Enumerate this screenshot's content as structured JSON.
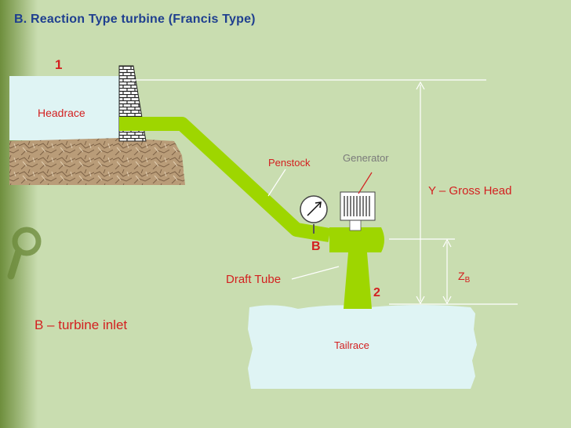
{
  "slide": {
    "title": "B. Reaction Type turbine (Francis Type)"
  },
  "diagram": {
    "point_1": "1",
    "headrace": "Headrace",
    "penstock": "Penstock",
    "generator": "Generator",
    "gross_head": "Y – Gross Head",
    "point_b": "B",
    "draft_tube": "Draft Tube",
    "zb_main": "Z",
    "zb_sub": "B",
    "point_2": "2",
    "turbine_inlet": "B – turbine inlet",
    "tailrace": "Tailrace"
  },
  "colors": {
    "background": "#c9ddb0",
    "title": "#1f3f8f",
    "pipe": "#9ed600",
    "water": "#dff4f4",
    "ground": "#b99c78",
    "label_red": "#d32020",
    "label_gray": "#7a7a7a"
  }
}
